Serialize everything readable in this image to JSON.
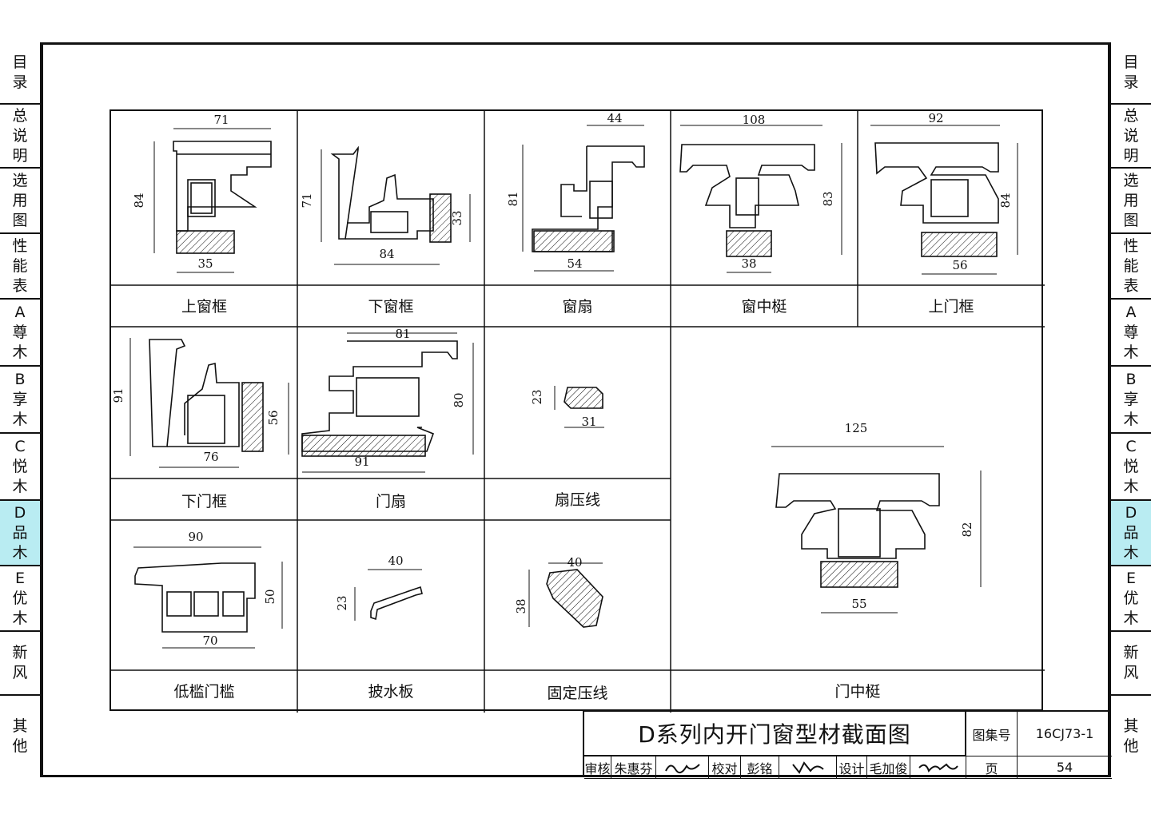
{
  "sidebar": {
    "tabs": [
      "目录",
      "总说明",
      "选用图",
      "性能表",
      "A尊木",
      "B享木",
      "C悦木",
      "D品木",
      "E优木",
      "新风",
      "其他"
    ],
    "active_tab": "D品木",
    "active_color": "#b9ecf2"
  },
  "profiles": [
    {
      "name": "上窗框",
      "dims": [
        "71",
        "84",
        "35"
      ]
    },
    {
      "name": "下窗框",
      "dims": [
        "71",
        "84",
        "33"
      ]
    },
    {
      "name": "窗扇",
      "dims": [
        "44",
        "81",
        "54"
      ]
    },
    {
      "name": "窗中梃",
      "dims": [
        "108",
        "83",
        "38"
      ]
    },
    {
      "name": "上门框",
      "dims": [
        "92",
        "84",
        "56"
      ]
    },
    {
      "name": "下门框",
      "dims": [
        "91",
        "76",
        "56"
      ]
    },
    {
      "name": "门扇",
      "dims": [
        "81",
        "80",
        "91"
      ]
    },
    {
      "name": "扇压线",
      "dims": [
        "23",
        "31"
      ]
    },
    {
      "name": "门中梃",
      "dims": [
        "125",
        "82",
        "55"
      ]
    },
    {
      "name": "低槛门槛",
      "dims": [
        "90",
        "50",
        "70"
      ]
    },
    {
      "name": "披水板",
      "dims": [
        "40",
        "23"
      ]
    },
    {
      "name": "固定压线",
      "dims": [
        "40",
        "38"
      ]
    }
  ],
  "title_block": {
    "title": "D系列内开门窗型材截面图",
    "atlas_label": "图集号",
    "atlas_number": "16CJ73-1",
    "review_label": "审核",
    "reviewer": "朱惠芬",
    "check_label": "校对",
    "checker": "彭铭",
    "design_label": "设计",
    "designer": "毛加俊",
    "page_label": "页",
    "page_number": "54"
  }
}
